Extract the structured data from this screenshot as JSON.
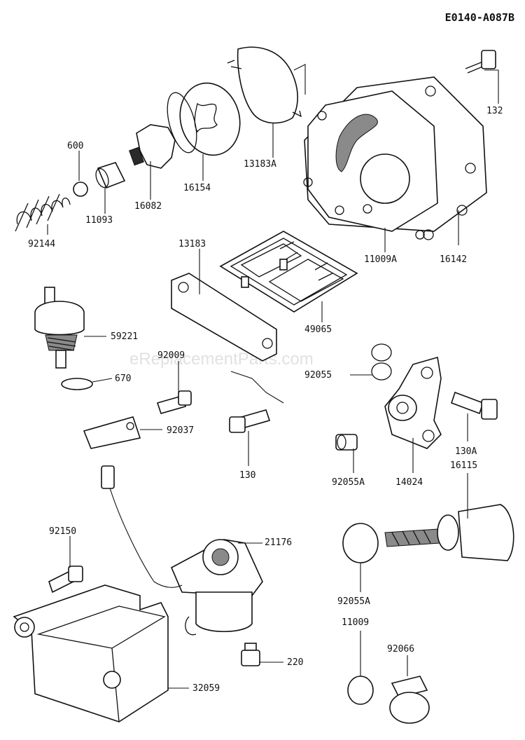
{
  "diagram": {
    "code": "E0140-A087B",
    "watermark": "eReplacementParts.com",
    "labels": [
      {
        "key": "600",
        "text": "600"
      },
      {
        "key": "11093",
        "text": "11093"
      },
      {
        "key": "16082",
        "text": "16082"
      },
      {
        "key": "16154",
        "text": "16154"
      },
      {
        "key": "13183A",
        "text": "13183A"
      },
      {
        "key": "132",
        "text": "132"
      },
      {
        "key": "92144",
        "text": "92144"
      },
      {
        "key": "13183",
        "text": "13183"
      },
      {
        "key": "11009A",
        "text": "11009A"
      },
      {
        "key": "16142",
        "text": "16142"
      },
      {
        "key": "59221",
        "text": "59221"
      },
      {
        "key": "49065",
        "text": "49065"
      },
      {
        "key": "92009",
        "text": "92009"
      },
      {
        "key": "670",
        "text": "670"
      },
      {
        "key": "92055",
        "text": "92055"
      },
      {
        "key": "92037",
        "text": "92037"
      },
      {
        "key": "130A",
        "text": "130A"
      },
      {
        "key": "16115",
        "text": "16115"
      },
      {
        "key": "130",
        "text": "130"
      },
      {
        "key": "92055A_top",
        "text": "92055A"
      },
      {
        "key": "14024",
        "text": "14024"
      },
      {
        "key": "92150",
        "text": "92150"
      },
      {
        "key": "21176",
        "text": "21176"
      },
      {
        "key": "92055A_bot",
        "text": "92055A"
      },
      {
        "key": "11009",
        "text": "11009"
      },
      {
        "key": "92066",
        "text": "92066"
      },
      {
        "key": "220",
        "text": "220"
      },
      {
        "key": "32059",
        "text": "32059"
      }
    ]
  }
}
